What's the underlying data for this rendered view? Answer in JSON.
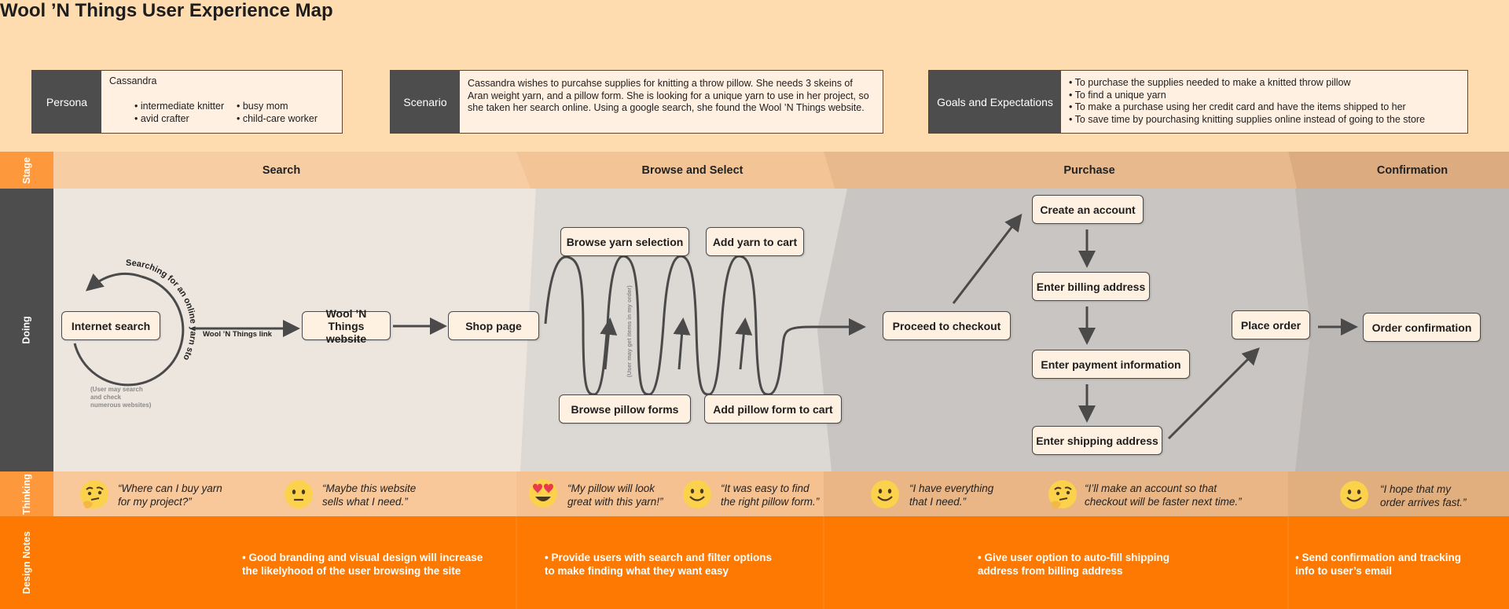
{
  "title": "Wool ’N Things User Experience Map",
  "persona": {
    "label": "Persona",
    "name": "Cassandra",
    "traits": [
      "• intermediate knitter",
      "• busy mom",
      "• avid crafter",
      "• child-care worker"
    ]
  },
  "scenario": {
    "label": "Scenario",
    "text": "Cassandra  wishes to purcahse supplies for knitting a throw pillow. She needs 3 skeins of Aran weight yarn, and a pillow form. She is looking for a unique yarn to use in her project, so she taken her search online. Using a google search, she found the Wool ’N Things website."
  },
  "goals": {
    "label": "Goals and Expectations",
    "items": [
      "• To purchase the supplies needed to make a knitted throw pillow",
      "• To find a unique yarn",
      "• To make a purchase using her credit card and have the items shipped to her",
      "• To save time by pourchasing knitting supplies online instead of going to the store"
    ]
  },
  "rows": {
    "stage": "Stage",
    "doing": "Doing",
    "thinking": "Thinking",
    "notes": "Design Notes"
  },
  "stages": [
    "Search",
    "Browse and Select",
    "Purchase",
    "Confirmation"
  ],
  "colors": {
    "background": "#ffdbb0",
    "sidebar_dark": "#4e4d4e",
    "sidebar_orange": "#fd983d",
    "notes_orange": "#fd7902"
  },
  "nodes": {
    "internet_search": "Internet search",
    "website": "Wool ’N Things website",
    "shop": "Shop page",
    "browse_yarn": "Browse yarn selection",
    "add_yarn": "Add yarn to cart",
    "browse_pillow": "Browse pillow forms",
    "add_pillow": "Add pillow form to cart",
    "checkout": "Proceed to checkout",
    "create_account": "Create an account",
    "billing": "Enter billing address",
    "payment": "Enter payment information",
    "shipping": "Enter shipping address",
    "place_order": "Place order",
    "confirmation": "Order confirmation"
  },
  "labels": {
    "searching_loop": "Searching for an online yarn store",
    "link": "Wool ’N Things link",
    "loop_note": "(User may search and check numerous websites)",
    "browse_note": "(User may get items in my order)"
  },
  "thoughts": [
    {
      "emoji": "thinking-face",
      "text": "“Where can I buy yarn for my project?”"
    },
    {
      "emoji": "neutral-face",
      "text": "“Maybe this website sells what I need.”"
    },
    {
      "emoji": "heart-eyes-face",
      "text": "“My pillow will look great with this yarn!”"
    },
    {
      "emoji": "smiling-face",
      "text": "“It was easy to find the right pillow form.”"
    },
    {
      "emoji": "smiling-face",
      "text": "“I have everything that I need.”"
    },
    {
      "emoji": "thinking-face",
      "text": "“I’ll make an account so that checkout will be faster next time.”"
    },
    {
      "emoji": "smiling-face",
      "text": "“I hope that my order arrives fast.”"
    }
  ],
  "notes": [
    "• Good branding and visual design will increase the likelyhood of the user browsing the site",
    "• Provide users with search and filter options to make finding what they want easy",
    "• Give user option to auto-fill shipping address from billing address",
    "• Send confirmation and tracking info to user’s email"
  ]
}
